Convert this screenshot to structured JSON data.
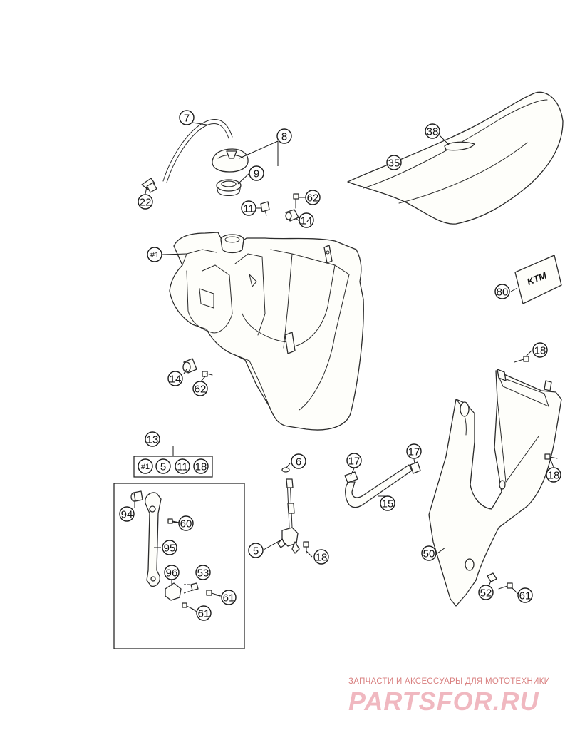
{
  "callouts": {
    "c7": "7",
    "c8": "8",
    "c9": "9",
    "c22": "22",
    "c38": "38",
    "c35": "35",
    "c11a": "11",
    "c62a": "62",
    "c14a": "14",
    "c1": "#1",
    "c80": "80",
    "c18a": "18",
    "c14b": "14",
    "c62b": "62",
    "c13": "13",
    "c6": "6",
    "c17a": "17",
    "c17b": "17",
    "c18b": "18",
    "c15": "15",
    "c94": "94",
    "c60": "60",
    "c95": "95",
    "c5": "5",
    "c18c": "18",
    "c96": "96",
    "c53": "53",
    "c61a": "61",
    "c50": "50",
    "c61b": "61",
    "c52": "52",
    "c61c": "61"
  },
  "kit13": {
    "items": [
      "#1",
      "5",
      "11",
      "18"
    ]
  },
  "decal": {
    "logo_text": "KTM",
    "color": "#111111"
  },
  "watermark": {
    "subtitle": "ЗАПЧАСТИ И АКСЕССУАРЫ ДЛЯ МОТОТЕХНИКИ",
    "brand": "PARTSFOR.RU",
    "color": "#d98080"
  }
}
